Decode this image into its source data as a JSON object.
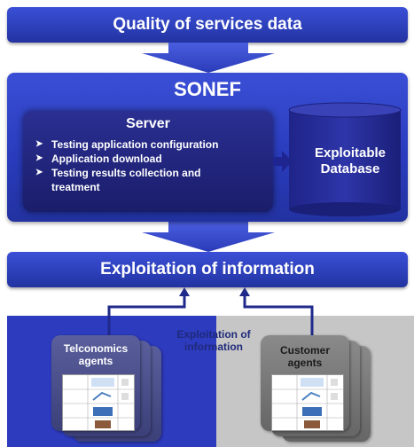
{
  "top_banner": {
    "title": "Quality of services data"
  },
  "sonef": {
    "title": "SONEF",
    "server": {
      "title": "Server",
      "items": [
        "Testing application configuration",
        "Application download",
        "Testing results collection and",
        "treatment"
      ]
    },
    "database": {
      "line1": "Exploitable",
      "line2": "Database"
    }
  },
  "exploitation_banner": {
    "title": "Exploitation of information"
  },
  "bottom": {
    "left_agents": {
      "line1": "Telconomics",
      "line2": "agents"
    },
    "center_label": {
      "line1": "Exploitation of",
      "line2": "information"
    },
    "right_agents": {
      "line1": "Customer",
      "line2": "agents"
    }
  },
  "colors": {
    "primary_blue": "#2c3fb8",
    "dark_navy": "#1a1d6a",
    "arrow_blue": "#1f2a8a",
    "gray_panel": "#c6c6c6"
  }
}
